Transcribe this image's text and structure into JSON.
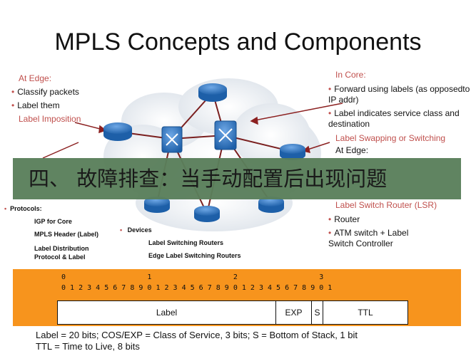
{
  "title": "MPLS Concepts and Components",
  "left_edge": {
    "header": "At Edge:",
    "bullets": [
      "Classify packets",
      "Label them"
    ],
    "callout": "Label Imposition"
  },
  "core": {
    "header": "In Core:",
    "bullets": [
      "Forward using labels (as opposedto IP addr)",
      "Label indicates service class and destination"
    ],
    "callout": "Label Swapping or Switching"
  },
  "right_edge_partial": "At Edge:",
  "banner_text": "四、 故障排查：当手动配置后出现问题",
  "left_lists": {
    "protocols_header": "Protocols:",
    "protocols": [
      "IGP for Core",
      "MPLS Header (Label)",
      "Label Distribution Protocol & Label"
    ],
    "devices_header": "Devices",
    "devices": [
      "Label Switching Routers",
      "Edge Label Switching Routers"
    ]
  },
  "lsr": {
    "header": "Label Switch Router (LSR)",
    "bullets": [
      "Router",
      "ATM switch + Label Switch Controller"
    ]
  },
  "header_bits": {
    "tens_row": "0                   1                   2                   3",
    "ones_row": "0 1 2 3 4 5 6 7 8 9 0 1 2 3 4 5 6 7 8 9 0 1 2 3 4 5 6 7 8 9 0 1",
    "fields": [
      "Label",
      "EXP",
      "S",
      "TTL"
    ]
  },
  "footnote": [
    "Label = 20 bits; COS/EXP = Class of Service, 3 bits; S = Bottom of Stack, 1 bit",
    "TTL = Time to Live, 8 bits"
  ],
  "colors": {
    "accent": "#c0504d",
    "router": "#2f6fb5",
    "banner": "#5a7f5b",
    "bitbox": "#f7941d"
  }
}
